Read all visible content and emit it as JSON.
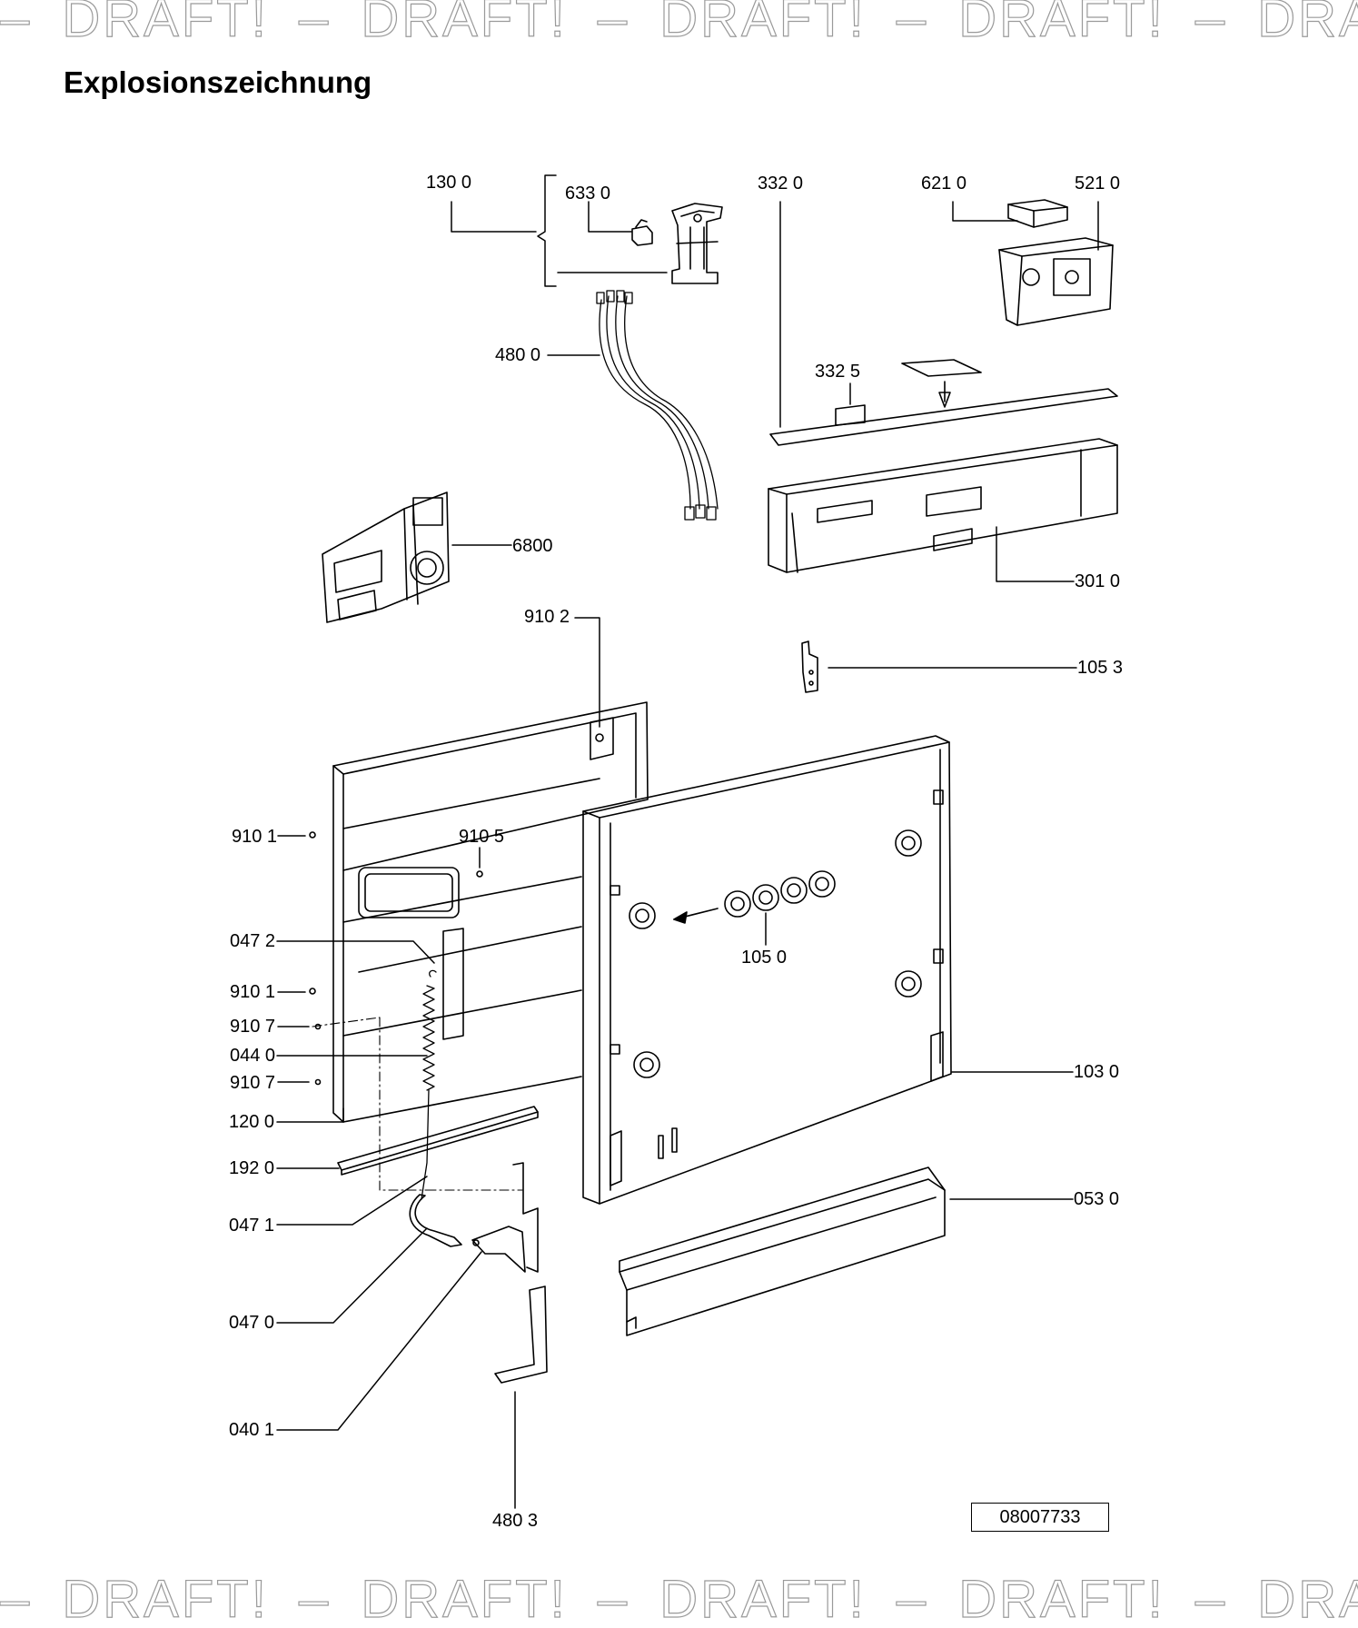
{
  "watermark": {
    "text": "DRAFT!",
    "separator": "–"
  },
  "title": "Explosionszeichnung",
  "labels": {
    "l1300": "130 0",
    "l6330": "633 0",
    "l3320": "332 0",
    "l6210": "621 0",
    "l5210": "521 0",
    "l4800": "480 0",
    "l3325": "332  5",
    "l6800": "6800",
    "l3010": "301 0",
    "l9102": "910 2",
    "l1053": "105 3",
    "l9101a": "910 1",
    "l9105": "910 5",
    "l0472": "047 2",
    "l1050": "105 0",
    "l9101b": "910 1",
    "l9107a": "910 7",
    "l0440": "044 0",
    "l9107b": "910 7",
    "l1030": "103 0",
    "l1200": "120 0",
    "l1920": "192 0",
    "l0530": "053 0",
    "l0471": "047 1",
    "l0470": "047 0",
    "l0401": "040 1",
    "l4803": "480 3"
  },
  "document_number": "08007733"
}
